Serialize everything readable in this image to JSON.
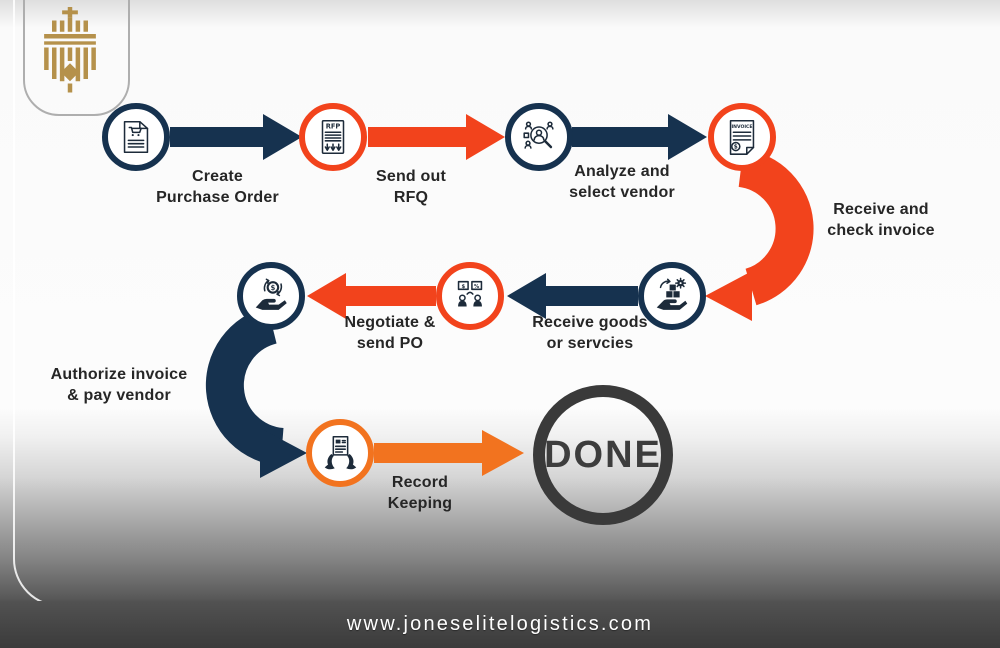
{
  "page": {
    "footer_url": "www.joneselitelogistics.com"
  },
  "colors": {
    "navy": "#16324f",
    "red_orange": "#f2431c",
    "orange": "#f2731f",
    "done_ring": "#3a3a3a",
    "logo_gold": "#b5914b",
    "footer_bg": "#454545",
    "label_text": "#262626"
  },
  "diagram": {
    "done_label": "DONE",
    "steps": [
      {
        "label": "Create\nPurchase Order",
        "icon": "purchase-order-icon",
        "ring": "navy"
      },
      {
        "label": "Send out\nRFQ",
        "icon": "rfp-document-icon",
        "ring": "red-orange"
      },
      {
        "label": "Analyze and\nselect vendor",
        "icon": "vendor-analysis-icon",
        "ring": "navy"
      },
      {
        "label": "Receive and\ncheck invoice",
        "icon": "invoice-icon",
        "ring": "red-orange"
      },
      {
        "label": "Receive goods\nor servcies",
        "icon": "receive-goods-icon",
        "ring": "navy"
      },
      {
        "label": "Negotiate &\nsend PO",
        "icon": "negotiation-icon",
        "ring": "red-orange"
      },
      {
        "label": "Authorize invoice\n& pay vendor",
        "icon": "pay-vendor-icon",
        "ring": "navy"
      },
      {
        "label": "Record\nKeeping",
        "icon": "record-keeping-icon",
        "ring": "orange"
      }
    ],
    "icon_texts": {
      "rfp": "RFP",
      "invoice": "INVOICE",
      "dollar": "$",
      "percent": "%"
    }
  }
}
